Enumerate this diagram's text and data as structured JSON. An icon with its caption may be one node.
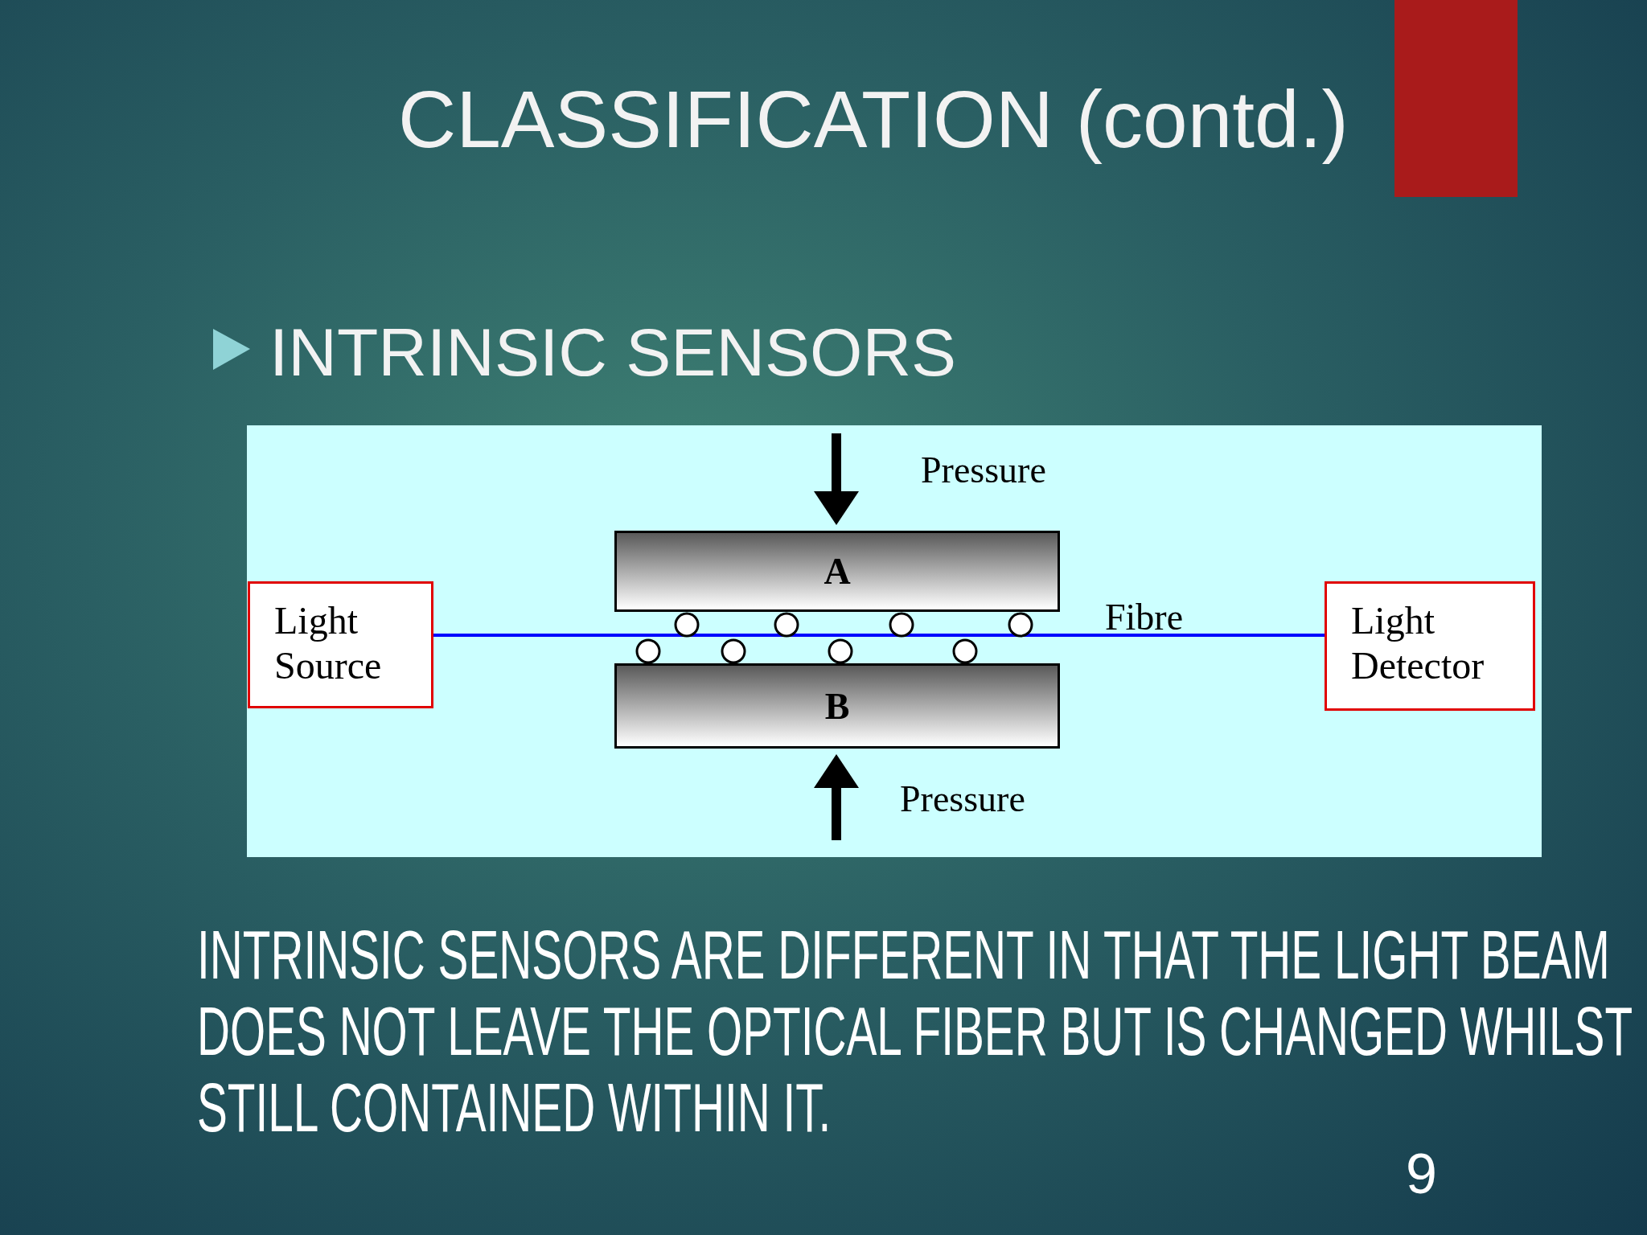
{
  "diagram": {
    "title": "CLASSIFICATION (contd.)",
    "nodes": [
      {
        "text": [
          "A"
        ]
      },
      {
        "text": [
          "Light Source"
        ]
      },
      {
        "text": [
          "Light Detector"
        ]
      },
      {
        "text": [
          "B"
        ]
      }
    ],
    "edges": [
      {
        "from": 1,
        "to": 2,
        "arrow": "none",
        "label": "Fibre",
        "color": "#0000ff"
      }
    ],
    "labels": [
      "INTRINSIC SENSORS",
      "Pressure",
      "Pressure",
      "INTRINSIC SENSORS ARE DIFFERENT IN THAT THE LIGHT BEAM DOES NOT LEAVE THE OPTICAL FIBER BUT IS CHANGED WHILST STILL CONTAINED WITHIN IT.",
      "9"
    ]
  }
}
